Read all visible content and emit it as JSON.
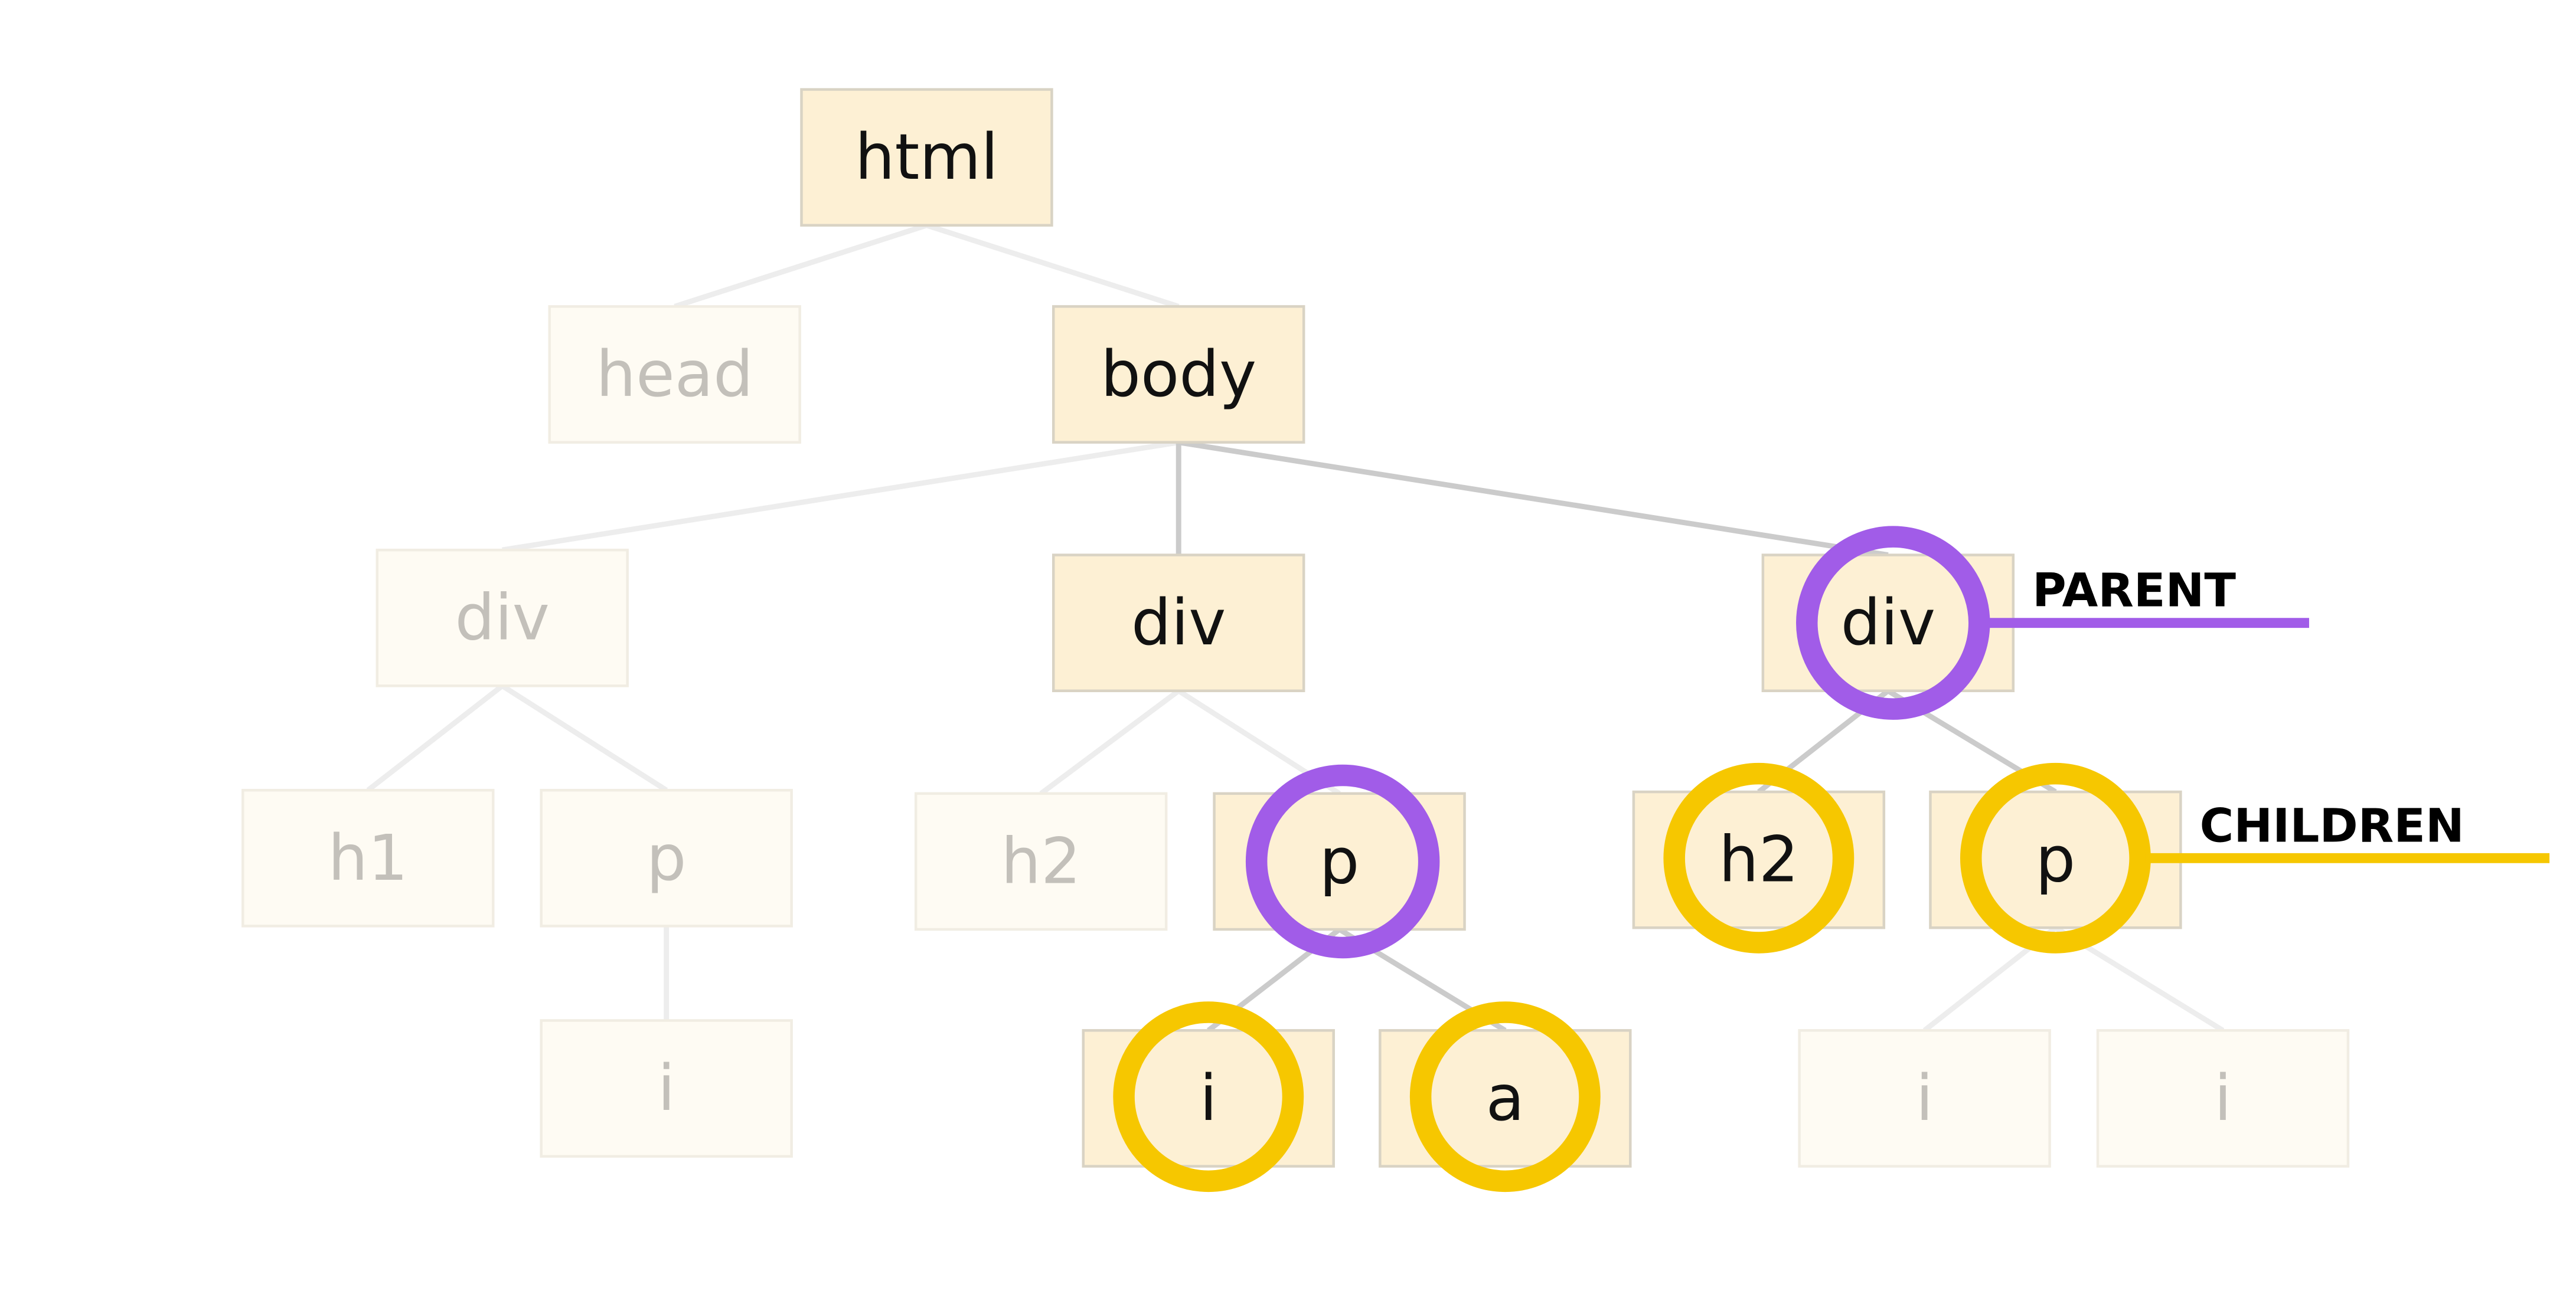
{
  "colors": {
    "node_fill": "#fdf0d4",
    "node_stroke": "#d9d3c4",
    "faded_fill": "#fefbf3",
    "faded_stroke": "#f1ede3",
    "text_dark": "#111111",
    "text_faded": "#c3c0ba",
    "edge_active": "#cbcbcb",
    "edge_faded": "#ededed",
    "parent_color": "#a15ce8",
    "children_color": "#f6c700",
    "label_color": "#000000"
  },
  "nodes": [
    {
      "id": "html",
      "label": "html",
      "active": true
    },
    {
      "id": "head",
      "label": "head",
      "active": false
    },
    {
      "id": "body",
      "label": "body",
      "active": true
    },
    {
      "id": "div-left",
      "label": "div",
      "active": false
    },
    {
      "id": "div-middle",
      "label": "div",
      "active": true
    },
    {
      "id": "div-right",
      "label": "div",
      "active": true,
      "highlight": "parent"
    },
    {
      "id": "h1-left",
      "label": "h1",
      "active": false
    },
    {
      "id": "p-left",
      "label": "p",
      "active": false
    },
    {
      "id": "i-left",
      "label": "i",
      "active": false
    },
    {
      "id": "h2-middle",
      "label": "h2",
      "active": false
    },
    {
      "id": "p-middle",
      "label": "p",
      "active": true,
      "highlight": "parent"
    },
    {
      "id": "i-middle",
      "label": "i",
      "active": true,
      "highlight": "child"
    },
    {
      "id": "a-middle",
      "label": "a",
      "active": true,
      "highlight": "child"
    },
    {
      "id": "h2-right",
      "label": "h2",
      "active": true,
      "highlight": "child"
    },
    {
      "id": "p-right",
      "label": "p",
      "active": true,
      "highlight": "child"
    },
    {
      "id": "i-right-1",
      "label": "i",
      "active": false
    },
    {
      "id": "i-right-2",
      "label": "i",
      "active": false
    }
  ],
  "edges": [
    {
      "from": "html",
      "to": "head",
      "active": false
    },
    {
      "from": "html",
      "to": "body",
      "active": false
    },
    {
      "from": "body",
      "to": "div-left",
      "active": false
    },
    {
      "from": "body",
      "to": "div-middle",
      "active": true
    },
    {
      "from": "body",
      "to": "div-right",
      "active": true
    },
    {
      "from": "div-left",
      "to": "h1-left",
      "active": false
    },
    {
      "from": "div-left",
      "to": "p-left",
      "active": false
    },
    {
      "from": "p-left",
      "to": "i-left",
      "active": false
    },
    {
      "from": "div-middle",
      "to": "h2-middle",
      "active": false
    },
    {
      "from": "div-middle",
      "to": "p-middle",
      "active": false
    },
    {
      "from": "p-middle",
      "to": "i-middle",
      "active": true
    },
    {
      "from": "p-middle",
      "to": "a-middle",
      "active": true
    },
    {
      "from": "div-right",
      "to": "h2-right",
      "active": true
    },
    {
      "from": "div-right",
      "to": "p-right",
      "active": true
    },
    {
      "from": "p-right",
      "to": "i-right-1",
      "active": false
    },
    {
      "from": "p-right",
      "to": "i-right-2",
      "active": false
    }
  ],
  "labels": {
    "parent": "PARENT",
    "children": "CHILDREN"
  }
}
